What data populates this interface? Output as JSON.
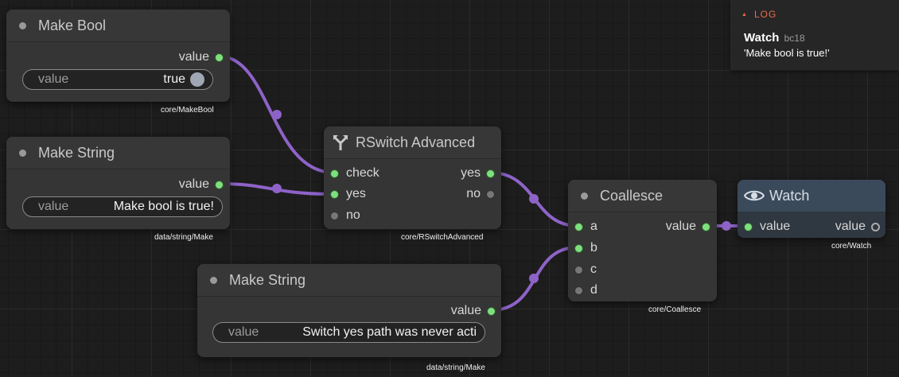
{
  "colors": {
    "wire": "#8e63c8",
    "port_active": "#7de07d",
    "port_inactive": "#777777",
    "watch_header": "#3b4a5a",
    "log_accent": "#e86a4a"
  },
  "nodes": {
    "make_bool": {
      "title": "Make Bool",
      "output": "value",
      "field_label": "value",
      "field_value": "true",
      "type": "core/MakeBool"
    },
    "make_string_1": {
      "title": "Make String",
      "output": "value",
      "field_label": "value",
      "field_value": "Make bool is true!",
      "type": "data/string/Make"
    },
    "make_string_2": {
      "title": "Make String",
      "output": "value",
      "field_label": "value",
      "field_value": "Switch yes path was never acti",
      "type": "data/string/Make"
    },
    "rswitch": {
      "title": "RSwitch Advanced",
      "inputs": [
        "check",
        "yes",
        "no"
      ],
      "outputs": [
        "yes",
        "no"
      ],
      "type": "core/RSwitchAdvanced",
      "icon": "branch-split-icon"
    },
    "coalesce": {
      "title": "Coallesce",
      "inputs": [
        "a",
        "b",
        "c",
        "d"
      ],
      "output": "value",
      "type": "core/Coallesce"
    },
    "watch": {
      "title": "Watch",
      "input": "value",
      "output": "value",
      "type": "core/Watch",
      "icon": "eye-icon"
    }
  },
  "log": {
    "title": "LOG",
    "entry_title": "Watch",
    "entry_id": "bc18",
    "entry_message": "'Make bool is true!'"
  }
}
